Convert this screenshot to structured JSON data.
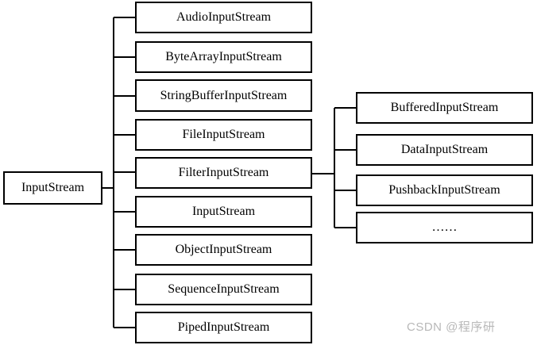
{
  "root": "InputStream",
  "children": [
    "AudioInputStream",
    "ByteArrayInputStream",
    "StringBufferInputStream",
    "FileInputStream",
    "FilterInputStream",
    "InputStream",
    "ObjectInputStream",
    "SequenceInputStream",
    "PipedInputStream"
  ],
  "filter_children": [
    "BufferedInputStream",
    "DataInputStream",
    "PushbackInputStream",
    "……"
  ],
  "watermark": "CSDN @程序研"
}
